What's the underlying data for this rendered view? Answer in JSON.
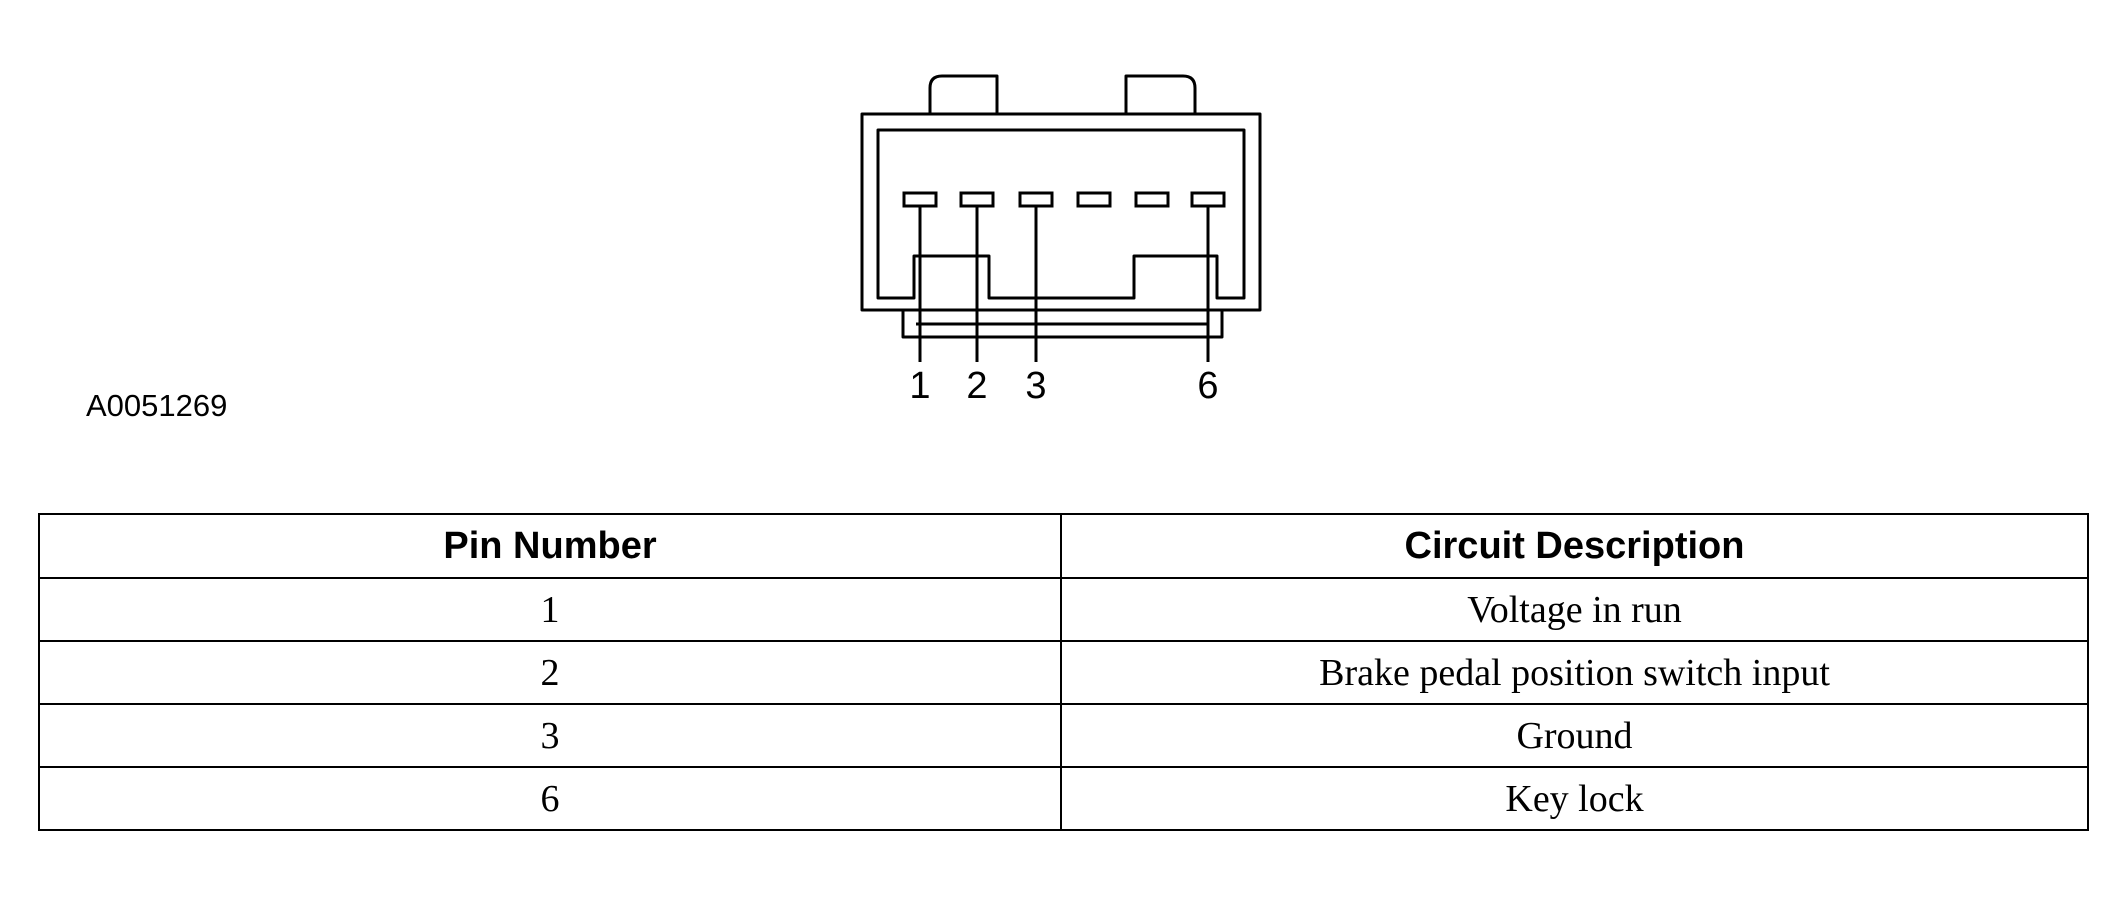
{
  "figure": {
    "reference_id": "A0051269",
    "pins": [
      {
        "index": 1,
        "label": "1"
      },
      {
        "index": 2,
        "label": "2"
      },
      {
        "index": 3,
        "label": "3"
      },
      {
        "index": 4,
        "label": null
      },
      {
        "index": 5,
        "label": null
      },
      {
        "index": 6,
        "label": "6"
      }
    ]
  },
  "table": {
    "headers": {
      "pin": "Pin Number",
      "description": "Circuit Description"
    },
    "rows": [
      {
        "pin": "1",
        "description": "Voltage in run"
      },
      {
        "pin": "2",
        "description": "Brake pedal position switch input"
      },
      {
        "pin": "3",
        "description": "Ground"
      },
      {
        "pin": "6",
        "description": "Key lock"
      }
    ]
  },
  "colors": {
    "line": "#000000",
    "background": "#ffffff"
  }
}
